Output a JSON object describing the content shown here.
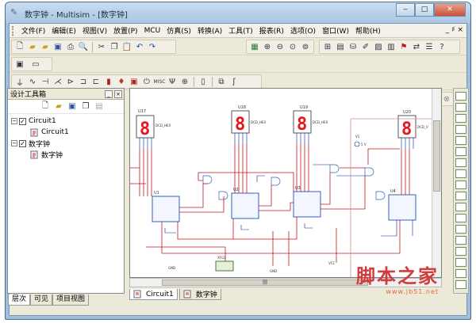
{
  "window": {
    "title": "数字钟 - Multisim - [数字钟]",
    "min": "‒",
    "max": "□",
    "close": "✕"
  },
  "menu": [
    "文件(F)",
    "编辑(E)",
    "视图(V)",
    "放置(P)",
    "MCU",
    "仿真(S)",
    "转换(A)",
    "工具(T)",
    "报表(R)",
    "选项(O)",
    "窗口(W)",
    "帮助(H)"
  ],
  "mdi": [
    "_",
    "♯",
    "×"
  ],
  "left_panel": {
    "title": "设计工具箱",
    "tree": [
      {
        "label": "Circuit1",
        "child": "Circuit1"
      },
      {
        "label": "数字钟",
        "child": "数字钟"
      }
    ],
    "tabs": [
      "层次",
      "可见",
      "项目视图"
    ]
  },
  "doc_tabs": [
    "Circuit1",
    "数字钟"
  ],
  "schematic": {
    "displays": [
      "U17",
      "U18",
      "U19",
      "U20"
    ],
    "display_labels": [
      "DCD_HEX",
      "DCD_HEX",
      "DCD_HEX",
      "DCD_V"
    ],
    "ic_labels": [
      "U1",
      "U2",
      "U3",
      "U4"
    ],
    "power": "5 V",
    "source_label": "V1",
    "gnd": "GND",
    "gnd2": "VCC",
    "xfg": "XFG1"
  },
  "watermark": {
    "line1": "脚本之家",
    "line2": "www.jb51.net"
  },
  "colors": {
    "wire_red": "#c8141e",
    "wire_blue": "#0028a8",
    "display_red": "#e8141e",
    "ic_blue": "#3060c0"
  }
}
